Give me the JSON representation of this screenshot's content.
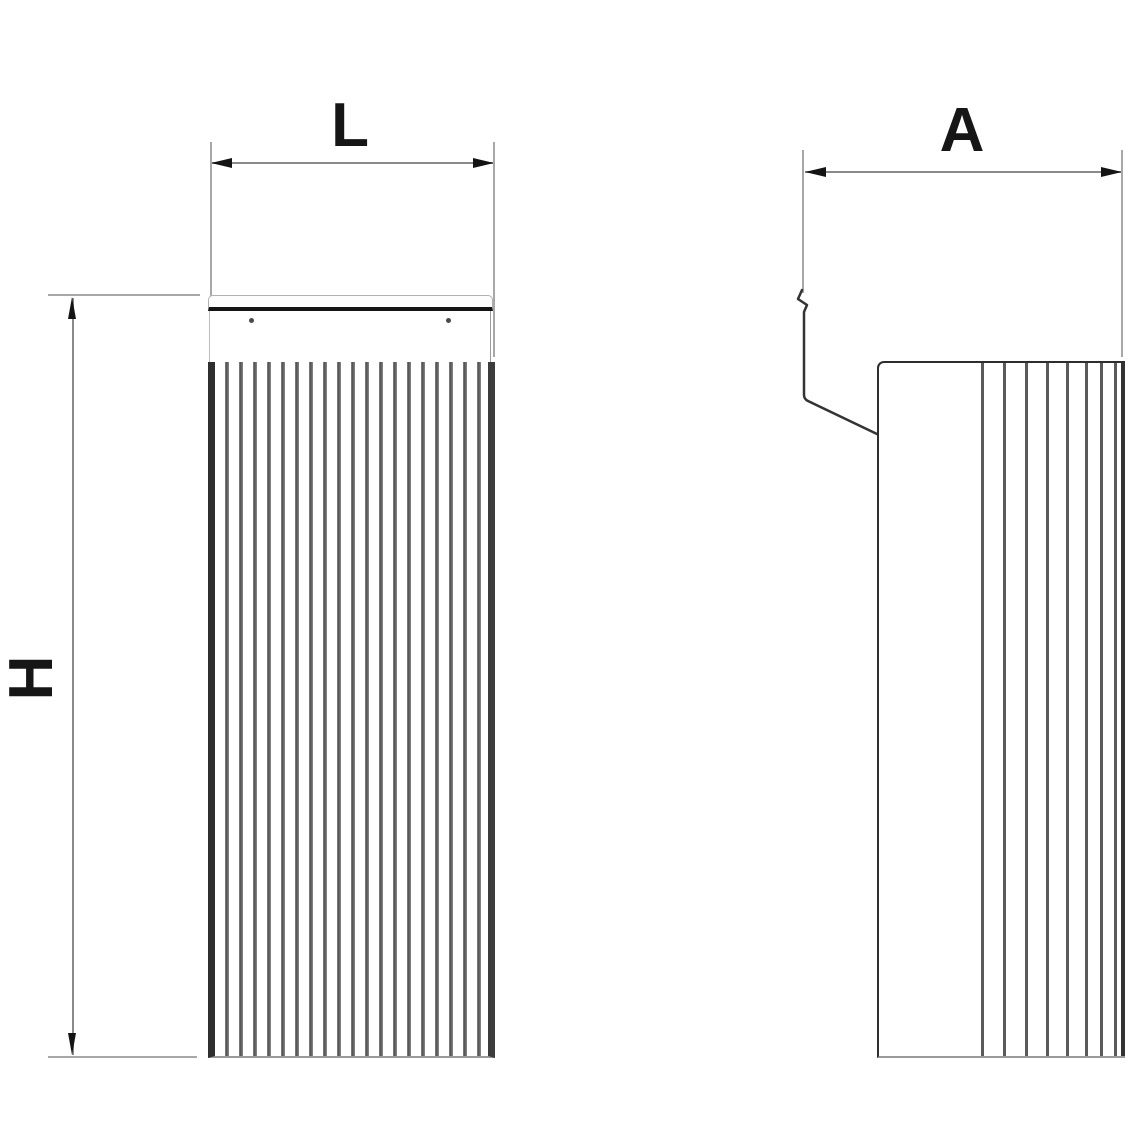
{
  "labels": {
    "front_width": "L",
    "front_height": "H",
    "side_depth": "A"
  },
  "colors": {
    "background": "#ffffff",
    "part_outline_dark": "#141414",
    "dimension_line": "#8a8a8a",
    "extension_line": "#a8a8a8",
    "rib_gray": "#555555",
    "label_text": "#161616"
  }
}
